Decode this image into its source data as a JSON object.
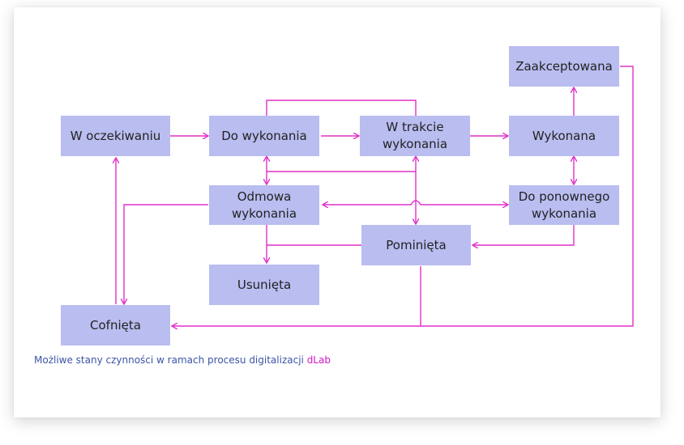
{
  "colors": {
    "box_fill": "#b9bdf0",
    "connector": "#e030c8",
    "text": "#222222",
    "caption_text": "#3a55a8",
    "caption_brand": "#d219c8"
  },
  "states": {
    "w_oczekiwaniu": "W oczekiwaniu",
    "do_wykonania": "Do wykonania",
    "w_trakcie": "W trakcie\nwykonania",
    "wykonana": "Wykonana",
    "zaakceptowana": "Zaakceptowana",
    "odmowa": "Odmowa\nwykonania",
    "do_ponownego": "Do ponownego\nwykonania",
    "pominieta": "Pominięta",
    "usunieta": "Usunięta",
    "cofnieta": "Cofnięta"
  },
  "caption": {
    "text": "Możliwe stany czynności w ramach procesu digitalizacji",
    "brand": "dLab"
  }
}
